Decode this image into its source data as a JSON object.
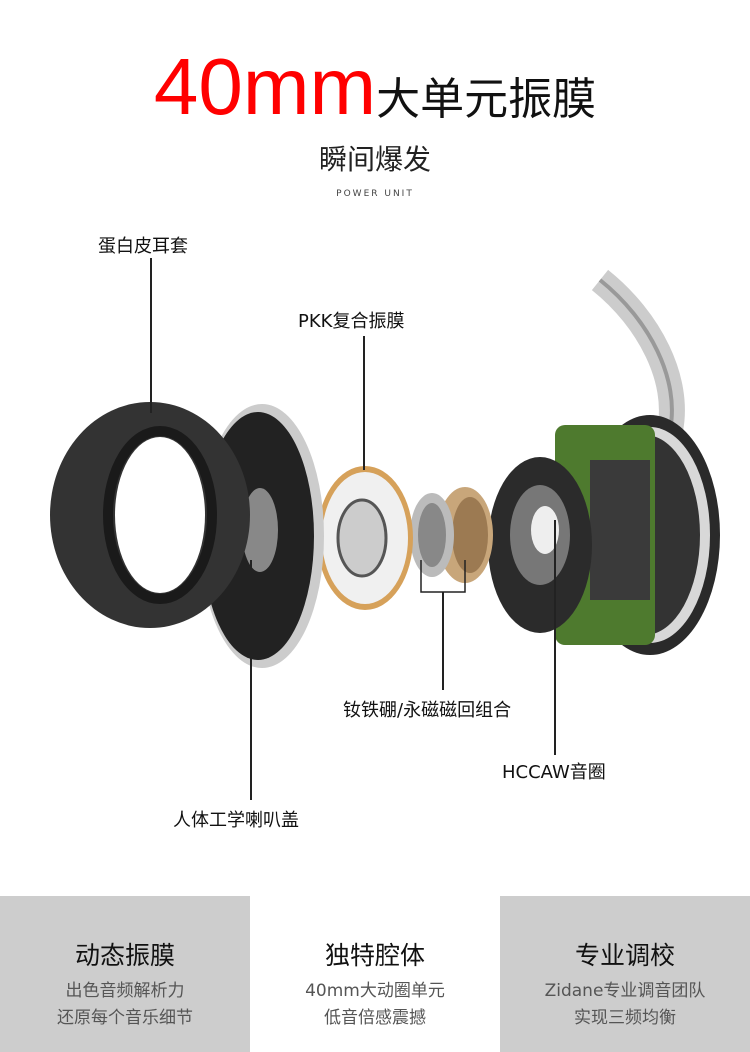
{
  "header": {
    "title_highlight": "40mm",
    "title_rest": "大单元振膜",
    "subtitle": "瞬间爆发",
    "english": "POWER UNIT"
  },
  "callouts": {
    "ear_pad": "蛋白皮耳套",
    "diaphragm": "PKK复合振膜",
    "magnet": "钕铁硼/永磁磁回组合",
    "voice_coil": "HCCAW音圈",
    "cover": "人体工学喇叭盖"
  },
  "features": [
    {
      "title": "动态振膜",
      "line1": "出色音频解析力",
      "line2": "还原每个音乐细节"
    },
    {
      "title": "独特腔体",
      "line1": "40mm大动圈单元",
      "line2": "低音倍感震撼"
    },
    {
      "title": "专业调校",
      "line1": "Zidane专业调音团队",
      "line2": "实现三频均衡"
    }
  ],
  "colors": {
    "accent": "#ff0000",
    "panel_gray": "#cdcdcd",
    "pcb_green": "#4e7a2e"
  }
}
